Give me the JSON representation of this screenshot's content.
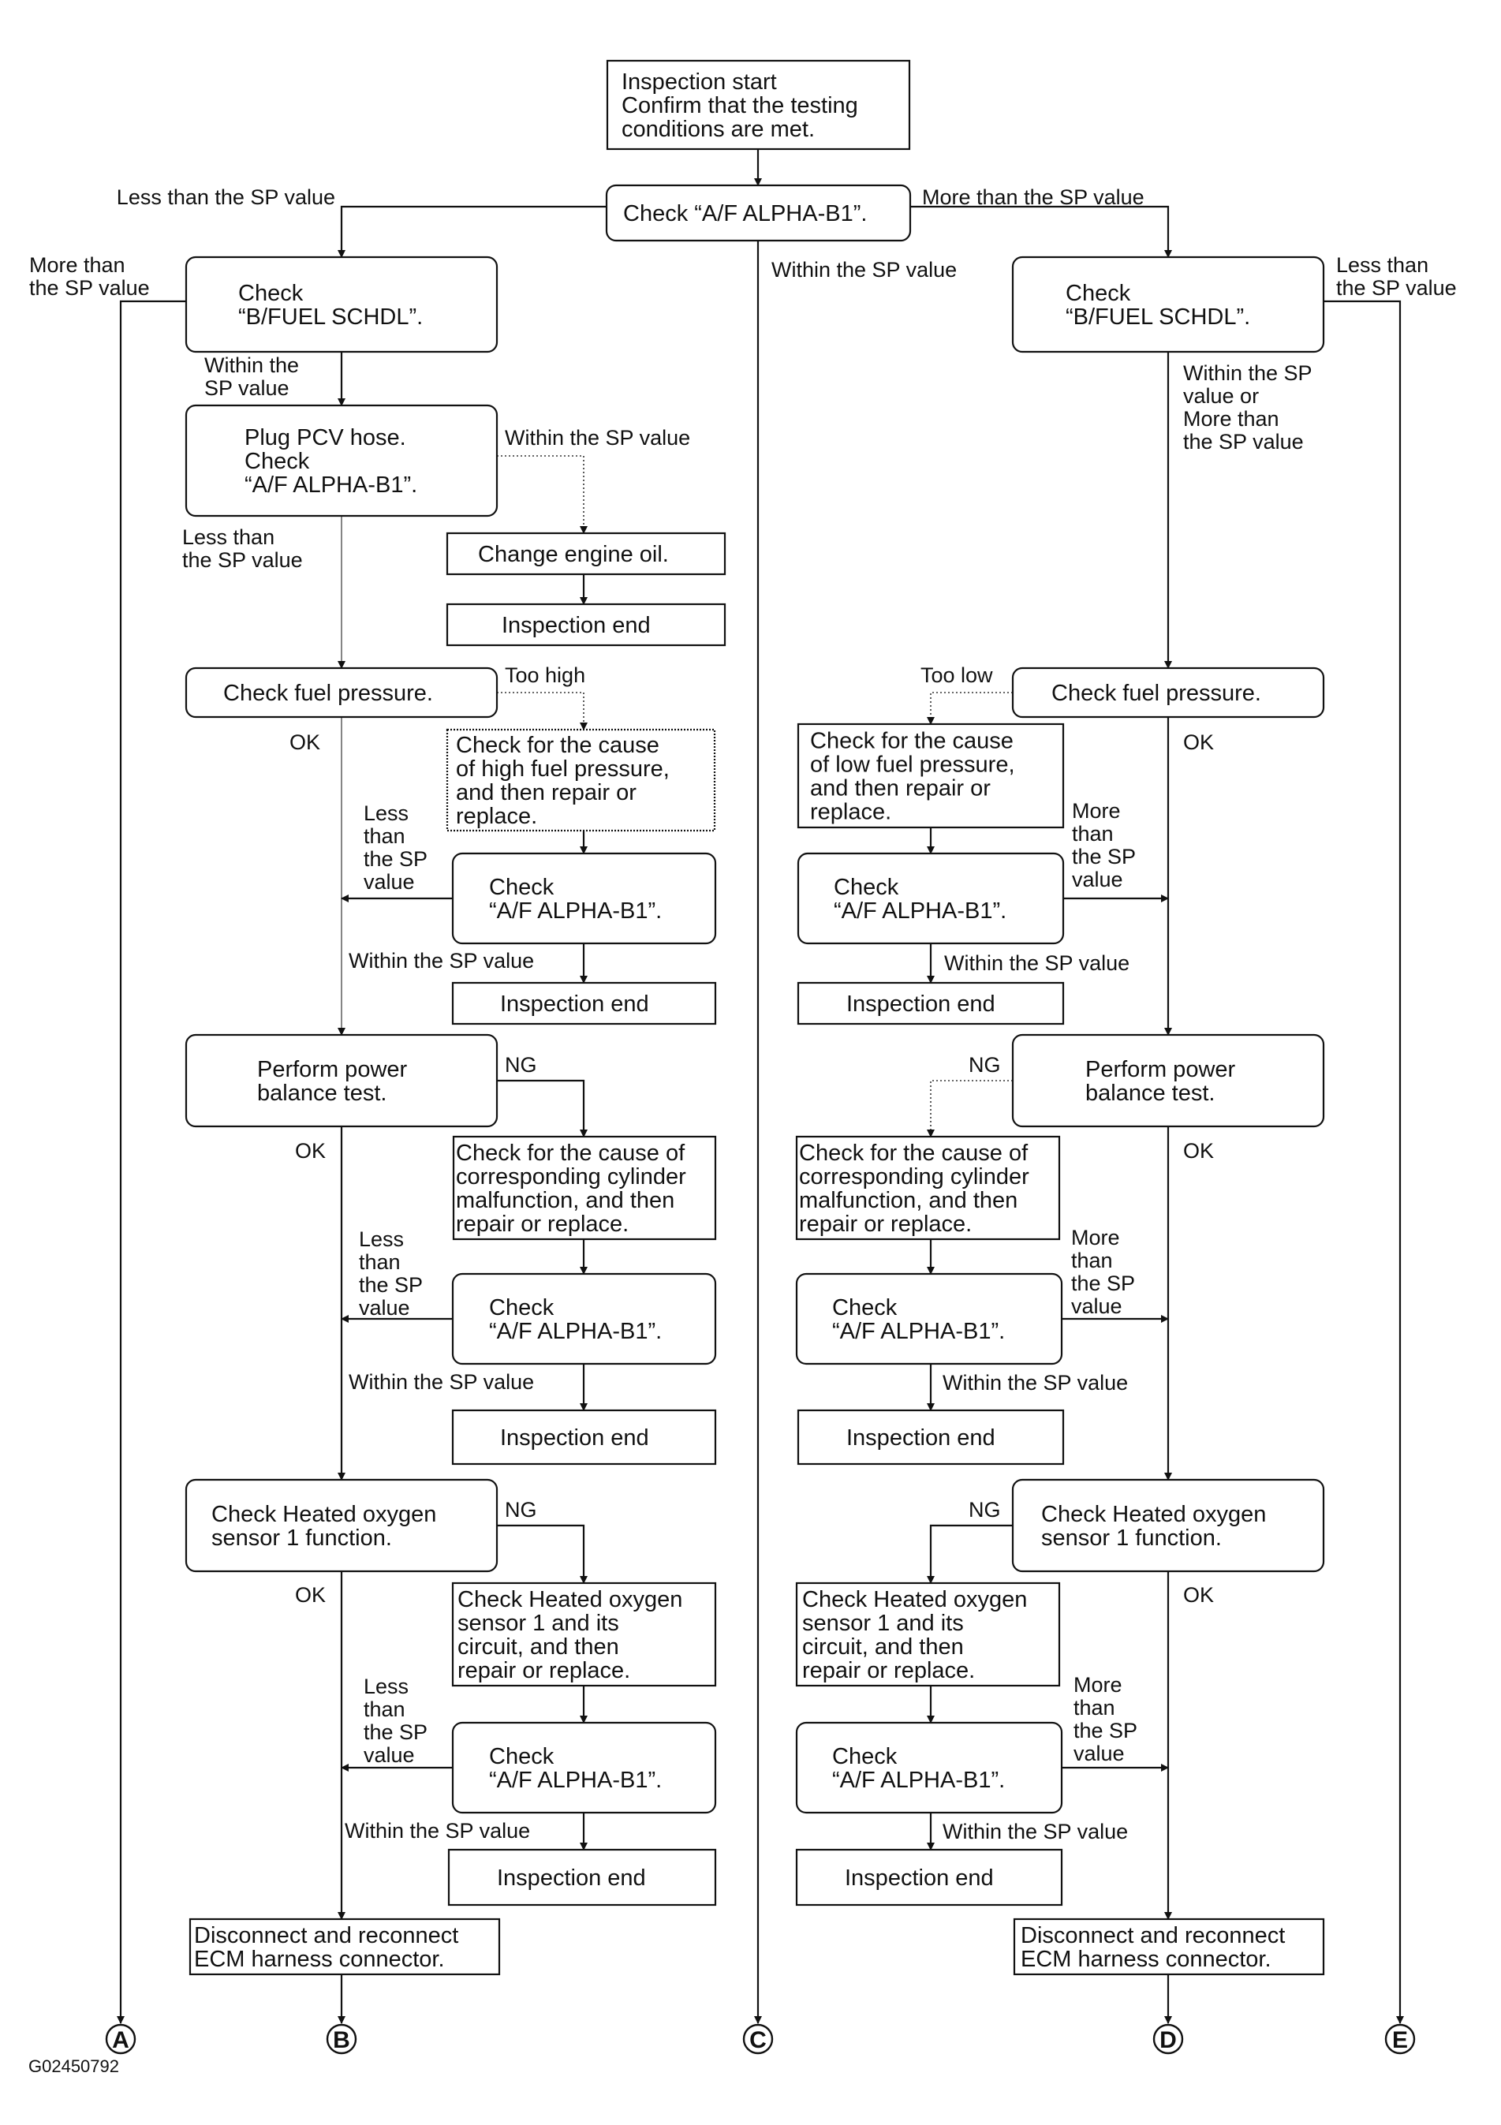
{
  "figure_id": "G02450792",
  "boxes": {
    "start": [
      "Inspection start",
      "Confirm that the testing",
      "conditions are met."
    ],
    "check_af_top": [
      "Check “A/F ALPHA-B1”."
    ],
    "l_bfuel": [
      "Check",
      "“B/FUEL SCHDL”."
    ],
    "r_bfuel": [
      "Check",
      "“B/FUEL SCHDL”."
    ],
    "l_pcv": [
      "Plug PCV hose.",
      "Check",
      "“A/F ALPHA-B1”."
    ],
    "l_change_oil": [
      "Change engine oil."
    ],
    "l_insp_end_1": [
      "Inspection end"
    ],
    "l_fuel_pressure": [
      "Check fuel pressure."
    ],
    "l_high_fuel": [
      "Check for the cause",
      "of high fuel pressure,",
      "and then repair or",
      "replace."
    ],
    "l_af_check_1": [
      "Check",
      "“A/F ALPHA-B1”."
    ],
    "l_insp_end_2": [
      "Inspection end"
    ],
    "l_power_balance": [
      "Perform power",
      "balance test."
    ],
    "l_cyl_cause": [
      "Check for the cause of",
      "corresponding cylinder",
      "malfunction, and then",
      "repair or replace."
    ],
    "l_af_check_2": [
      "Check",
      "“A/F ALPHA-B1”."
    ],
    "l_insp_end_3": [
      "Inspection end"
    ],
    "l_ho2s_func": [
      "Check Heated oxygen",
      "sensor 1 function."
    ],
    "l_ho2s_repair": [
      "Check Heated oxygen",
      "sensor 1 and its",
      "circuit, and then",
      "repair or replace."
    ],
    "l_af_check_3": [
      "Check",
      "“A/F ALPHA-B1”."
    ],
    "l_insp_end_4": [
      "Inspection end"
    ],
    "l_disconnect": [
      "Disconnect and reconnect",
      "ECM harness connector."
    ],
    "r_fuel_pressure": [
      "Check fuel pressure."
    ],
    "r_low_fuel": [
      "Check for the cause",
      "of low fuel pressure,",
      "and then repair or",
      "replace."
    ],
    "r_af_check_1": [
      "Check",
      "“A/F ALPHA-B1”."
    ],
    "r_insp_end_1": [
      "Inspection end"
    ],
    "r_power_balance": [
      "Perform power",
      "balance test."
    ],
    "r_cyl_cause": [
      "Check for the cause of",
      "corresponding cylinder",
      "malfunction, and then",
      "repair or replace."
    ],
    "r_af_check_2": [
      "Check",
      "“A/F ALPHA-B1”."
    ],
    "r_insp_end_2": [
      "Inspection end"
    ],
    "r_ho2s_func": [
      "Check Heated oxygen",
      "sensor 1 function."
    ],
    "r_ho2s_repair": [
      "Check Heated oxygen",
      "sensor 1 and its",
      "circuit, and then",
      "repair or replace."
    ],
    "r_af_check_3": [
      "Check",
      "“A/F ALPHA-B1”."
    ],
    "r_insp_end_3": [
      "Inspection end"
    ],
    "r_disconnect": [
      "Disconnect and reconnect",
      "ECM harness connector."
    ]
  },
  "labels": {
    "top_less": [
      "Less than the SP value"
    ],
    "top_more": [
      "More than the SP value"
    ],
    "top_within": [
      "Within the SP value"
    ],
    "l_bfuel_more": [
      "More than",
      "the SP value"
    ],
    "l_bfuel_within": [
      "Within the",
      "SP value"
    ],
    "l_pcv_within": [
      "Within the SP value"
    ],
    "l_pcv_less": [
      "Less than",
      "the SP value"
    ],
    "l_fp_toohigh": [
      "Too high"
    ],
    "l_fp_ok": [
      "OK"
    ],
    "l_af1_less": [
      "Less",
      "than",
      "the SP",
      "value"
    ],
    "l_af1_within": [
      "Within the SP value"
    ],
    "l_pb_ng": [
      "NG"
    ],
    "l_pb_ok": [
      "OK"
    ],
    "l_af2_less": [
      "Less",
      "than",
      "the SP",
      "value"
    ],
    "l_af2_within": [
      "Within the SP value"
    ],
    "l_ho_ng": [
      "NG"
    ],
    "l_ho_ok": [
      "OK"
    ],
    "l_af3_less": [
      "Less",
      "than",
      "the SP",
      "value"
    ],
    "l_af3_within": [
      "Within the SP value"
    ],
    "r_bfuel_less": [
      "Less than",
      "the SP value"
    ],
    "r_bfuel_within": [
      "Within the SP",
      "value or",
      "More than",
      "the SP value"
    ],
    "r_fp_toolow": [
      "Too low"
    ],
    "r_fp_ok": [
      "OK"
    ],
    "r_af1_more": [
      "More",
      "than",
      "the SP",
      "value"
    ],
    "r_af1_within": [
      "Within the SP value"
    ],
    "r_pb_ng": [
      "NG"
    ],
    "r_pb_ok": [
      "OK"
    ],
    "r_af2_more": [
      "More",
      "than",
      "the SP",
      "value"
    ],
    "r_af2_within": [
      "Within the SP value"
    ],
    "r_ho_ng": [
      "NG"
    ],
    "r_ho_ok": [
      "OK"
    ],
    "r_af3_more": [
      "More",
      "than",
      "the SP",
      "value"
    ],
    "r_af3_within": [
      "Within the SP value"
    ]
  },
  "connectors": [
    "A",
    "B",
    "C",
    "D",
    "E"
  ]
}
